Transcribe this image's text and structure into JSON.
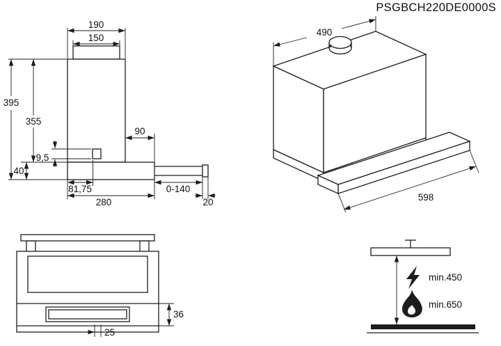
{
  "title_block": {
    "model_code": "PSGBCH220DE0000S"
  },
  "side_view": {
    "dims": {
      "top_frame_width": "190",
      "duct_collar_width": "150",
      "total_height": "395",
      "chimney_height": "355",
      "rear_offset": "90",
      "bracket_height": "9,5",
      "housing_height": "40",
      "bracket_offset": "81,75",
      "housing_depth": "280",
      "telescopic_travel": "0-140",
      "handle_width": "20"
    }
  },
  "perspective_view": {
    "dims": {
      "top_width": "490",
      "front_width": "598"
    }
  },
  "front_view": {
    "dims": {
      "visor_height": "36",
      "recess_offset": "25"
    }
  },
  "clearance_view": {
    "electric_clearance": "min.450",
    "gas_clearance": "min.650",
    "icons": {
      "electric": "lightning-icon",
      "gas": "flame-icon"
    }
  }
}
